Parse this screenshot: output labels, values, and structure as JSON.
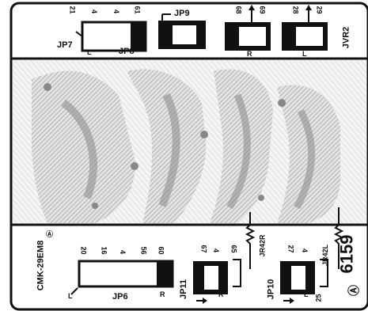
{
  "top_section": {
    "pins_top_left": [
      "21",
      "4",
      "4",
      "61"
    ],
    "jp9_label": "JP9",
    "pins_top_mid": [
      "68",
      "69"
    ],
    "pins_top_right": [
      "28",
      "29"
    ],
    "jp7_label": "JP7",
    "jp8_label": "JP8",
    "l_label_left": "L",
    "r_label_mid": "R",
    "l_label_right": "L",
    "jvr2_label": "JVR2"
  },
  "bottom_section": {
    "model_label": "CMK-29EM8",
    "ul_mark": "Ⓐ",
    "pins_left": [
      "20",
      "16",
      "4",
      "56",
      "60"
    ],
    "l_label": "L",
    "jp6_label": "JP6",
    "r_label": "R",
    "pins_mid": [
      "67",
      "4",
      "65"
    ],
    "r_label_mid": "R",
    "jp11_label": "JP11",
    "jr42r_label": "JR42R",
    "pins_right": [
      "27",
      "4"
    ],
    "jr42l_label": "JR42L",
    "jp10_label": "JP10",
    "l_label_right": "L",
    "pin_25": "25",
    "part_number": "6159",
    "circled_a": "Ⓐ"
  },
  "colors": {
    "silkscreen": "#111111",
    "board": "#ffffff",
    "trace_fill": "#d8d8d8",
    "trace_hatch": "#9a9a9a"
  }
}
